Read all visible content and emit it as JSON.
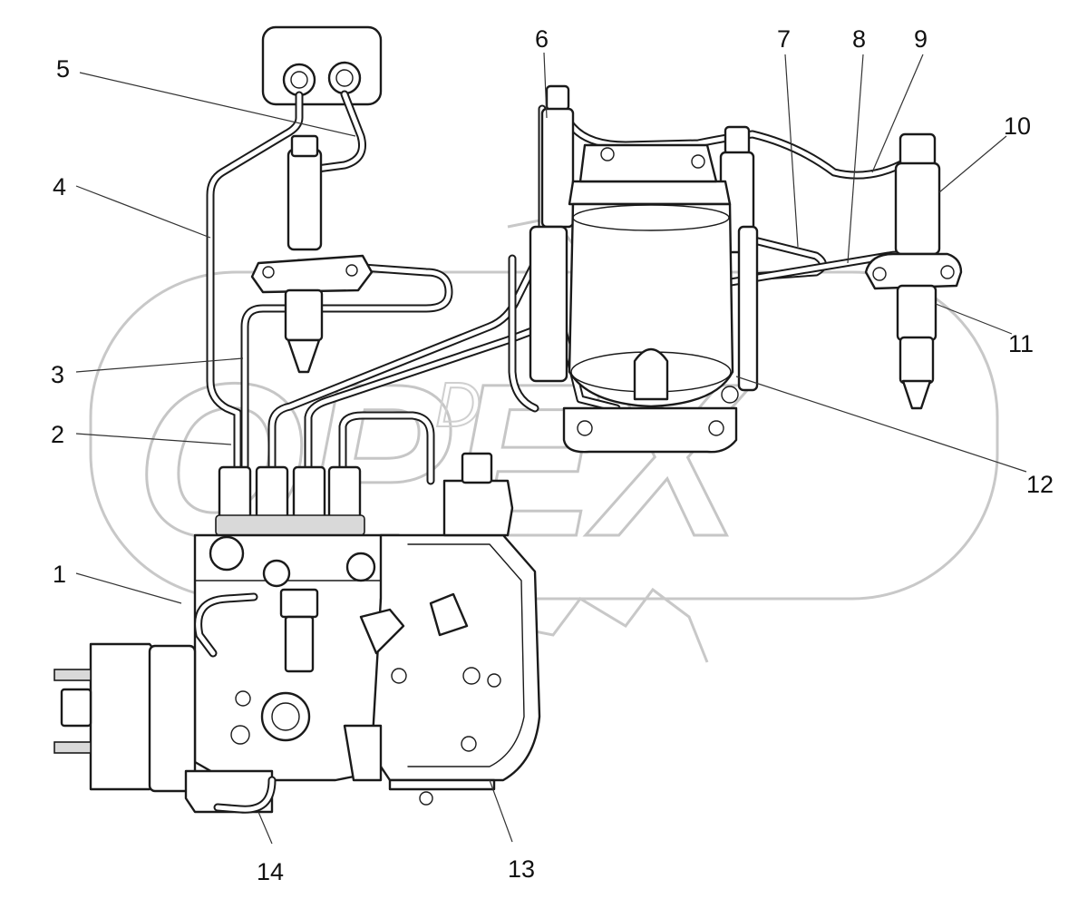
{
  "diagram": {
    "callouts": [
      {
        "id": "1",
        "label": "1"
      },
      {
        "id": "2",
        "label": "2"
      },
      {
        "id": "3",
        "label": "3"
      },
      {
        "id": "4",
        "label": "4"
      },
      {
        "id": "5",
        "label": "5"
      },
      {
        "id": "6",
        "label": "6"
      },
      {
        "id": "7",
        "label": "7"
      },
      {
        "id": "8",
        "label": "8"
      },
      {
        "id": "9",
        "label": "9"
      },
      {
        "id": "10",
        "label": "10"
      },
      {
        "id": "11",
        "label": "11"
      },
      {
        "id": "12",
        "label": "12"
      },
      {
        "id": "13",
        "label": "13"
      },
      {
        "id": "14",
        "label": "14"
      }
    ],
    "watermark": {
      "logo_text": "OPEX",
      "logo_letter": "D"
    },
    "colors": {
      "line": "#1a1a1a",
      "watermark": "#c8c8c8",
      "background": "#ffffff"
    }
  }
}
